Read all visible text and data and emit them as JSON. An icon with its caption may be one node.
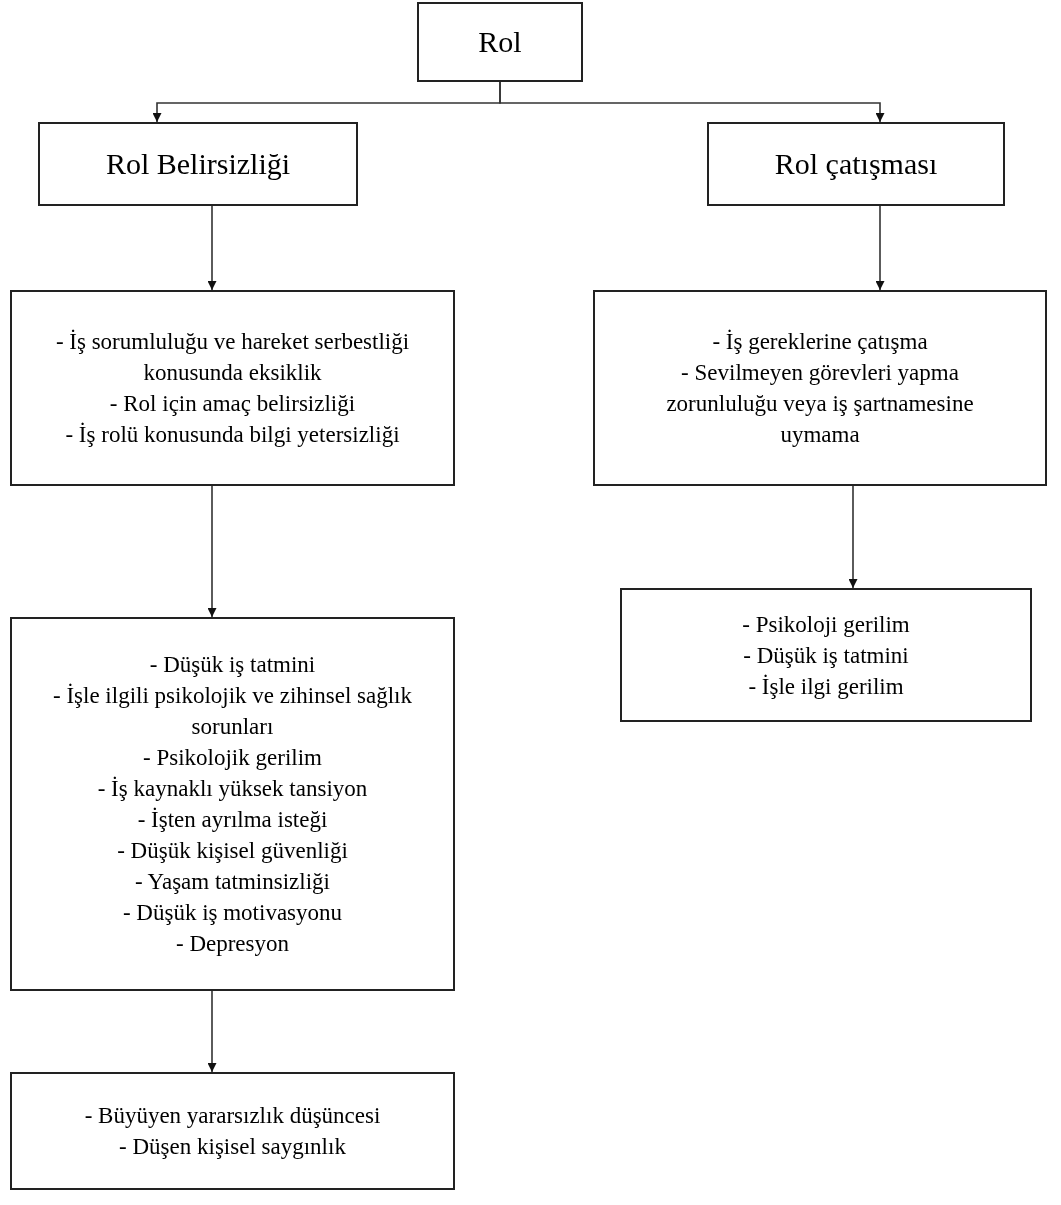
{
  "diagram": {
    "nodes": [
      {
        "text": [
          "Rol"
        ]
      },
      {
        "text": [
          "Rol Belirsizliği"
        ]
      },
      {
        "text": [
          "Rol çatışması"
        ]
      },
      {
        "text": [
          "- İş sorumluluğu ve hareket serbestliği konusunda eksiklik",
          "- Rol için amaç belirsizliği",
          "- İş rolü konusunda bilgi yetersizliği"
        ]
      },
      {
        "text": [
          "- İş gereklerine çatışma",
          "- Sevilmeyen görevleri yapma zorunluluğu veya iş şartnamesine uymama"
        ]
      },
      {
        "text": [
          "- Psikoloji gerilim",
          "- Düşük iş tatmini",
          "- İşle ilgi gerilim"
        ]
      },
      {
        "text": [
          "- Düşük iş tatmini",
          "- İşle ilgili psikolojik ve zihinsel sağlık sorunları",
          "- Psikolojik gerilim",
          "- İş kaynaklı yüksek tansiyon",
          "- İşten ayrılma isteği",
          "- Düşük kişisel güvenliği",
          "- Yaşam tatminsizliği",
          "- Düşük iş motivasyonu",
          "- Depresyon"
        ]
      },
      {
        "text": [
          "- Büyüyen yararsızlık düşüncesi",
          "- Düşen kişisel saygınlık"
        ]
      }
    ],
    "edges": [
      {
        "from": 0,
        "to": 1,
        "arrow": "to"
      },
      {
        "from": 0,
        "to": 2,
        "arrow": "to"
      },
      {
        "from": 1,
        "to": 3,
        "arrow": "to"
      },
      {
        "from": 2,
        "to": 4,
        "arrow": "to"
      },
      {
        "from": 3,
        "to": 6,
        "arrow": "to"
      },
      {
        "from": 4,
        "to": 5,
        "arrow": "to"
      },
      {
        "from": 6,
        "to": 7,
        "arrow": "to"
      }
    ]
  }
}
